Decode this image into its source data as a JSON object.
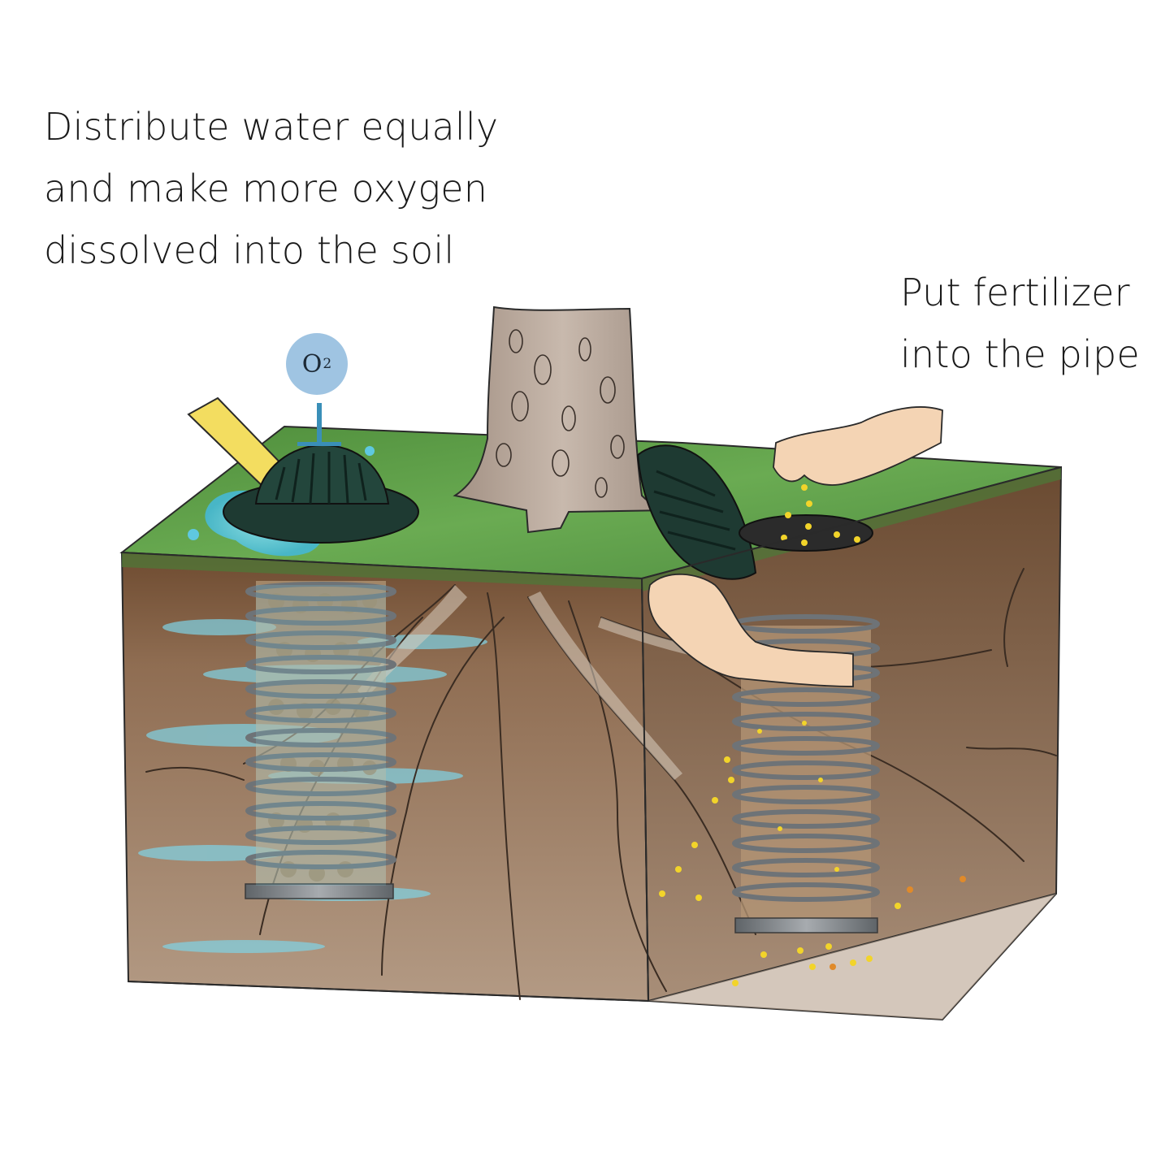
{
  "captions": {
    "left": {
      "lines": [
        "Distribute water equally",
        "and make more oxygen",
        "dissolved into the soil"
      ]
    },
    "right": {
      "lines": [
        "Put fertilizer",
        "into the pipe"
      ]
    }
  },
  "oxygen_badge": {
    "symbol": "O",
    "subscript": "2"
  },
  "colors": {
    "grass": "#5a9a45",
    "soil": "#9b7a5e",
    "soil_dark": "#6e4b30",
    "water": "#5fc8e0",
    "pipe": "#8a8e92",
    "cap": "#1e3a32",
    "trunk": "#b9a89a",
    "fertilizer": "#f2d42a",
    "hand": "#f4d4b4"
  },
  "icons": [
    "tree-trunk-icon",
    "pipe-icon",
    "pipe-cap-icon",
    "hose-icon",
    "hand-icon",
    "fertilizer-icon",
    "water-icon",
    "root-icon"
  ]
}
